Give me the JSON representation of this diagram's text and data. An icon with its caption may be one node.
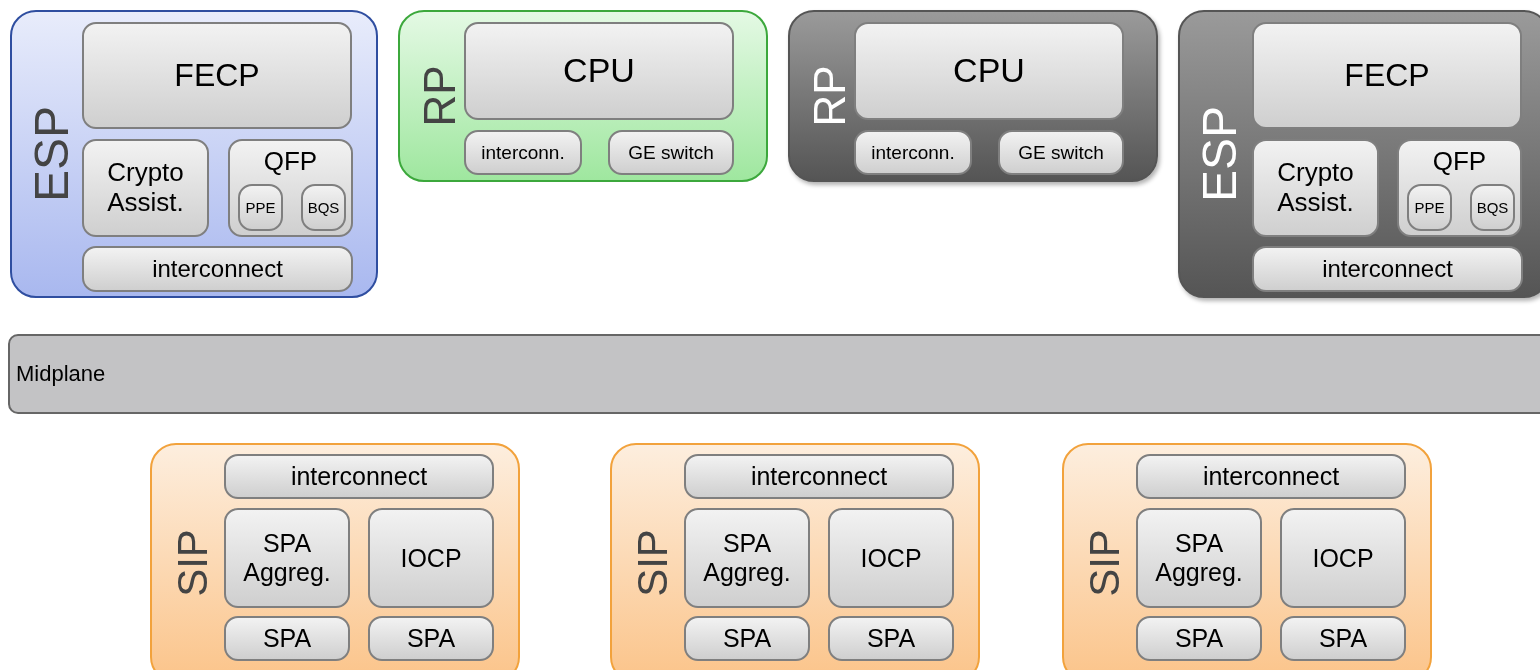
{
  "diagram": {
    "nodes": [
      {
        "text": [
          "ESP"
        ]
      },
      {
        "text": [
          "FECP"
        ],
        "in": 0
      },
      {
        "text": [
          "Crypto Assist."
        ],
        "in": 0
      },
      {
        "text": [
          "QFP"
        ],
        "in": 0
      },
      {
        "text": [
          "PPE"
        ],
        "in": 3
      },
      {
        "text": [
          "BQS"
        ],
        "in": 3
      },
      {
        "text": [
          "interconnect"
        ],
        "in": 0
      },
      {
        "text": [
          "RP"
        ]
      },
      {
        "text": [
          "CPU"
        ],
        "in": 7
      },
      {
        "text": [
          "interconn."
        ],
        "in": 7
      },
      {
        "text": [
          "GE switch"
        ],
        "in": 7
      },
      {
        "text": [
          "RP"
        ]
      },
      {
        "text": [
          "CPU"
        ],
        "in": 11
      },
      {
        "text": [
          "interconn."
        ],
        "in": 11
      },
      {
        "text": [
          "GE switch"
        ],
        "in": 11
      },
      {
        "text": [
          "ESP"
        ]
      },
      {
        "text": [
          "FECP"
        ],
        "in": 15
      },
      {
        "text": [
          "Crypto Assist."
        ],
        "in": 15
      },
      {
        "text": [
          "QFP"
        ],
        "in": 15
      },
      {
        "text": [
          "PPE"
        ],
        "in": 18
      },
      {
        "text": [
          "BQS"
        ],
        "in": 18
      },
      {
        "text": [
          "interconnect"
        ],
        "in": 15
      },
      {
        "text": [
          "Midplane"
        ]
      },
      {
        "text": [
          "SIP"
        ]
      },
      {
        "text": [
          "interconnect"
        ],
        "in": 23
      },
      {
        "text": [
          "SPA Aggreg."
        ],
        "in": 23
      },
      {
        "text": [
          "IOCP"
        ],
        "in": 23
      },
      {
        "text": [
          "SPA"
        ],
        "in": 23
      },
      {
        "text": [
          "SPA"
        ],
        "in": 23
      },
      {
        "text": [
          "SIP"
        ]
      },
      {
        "text": [
          "interconnect"
        ],
        "in": 29
      },
      {
        "text": [
          "SPA Aggreg."
        ],
        "in": 29
      },
      {
        "text": [
          "IOCP"
        ],
        "in": 29
      },
      {
        "text": [
          "SPA"
        ],
        "in": 29
      },
      {
        "text": [
          "SPA"
        ],
        "in": 29
      },
      {
        "text": [
          "SIP"
        ]
      },
      {
        "text": [
          "interconnect"
        ],
        "in": 35
      },
      {
        "text": [
          "SPA Aggreg."
        ],
        "in": 35
      },
      {
        "text": [
          "IOCP"
        ],
        "in": 35
      },
      {
        "text": [
          "SPA"
        ],
        "in": 35
      },
      {
        "text": [
          "SPA"
        ],
        "in": 35
      }
    ]
  }
}
